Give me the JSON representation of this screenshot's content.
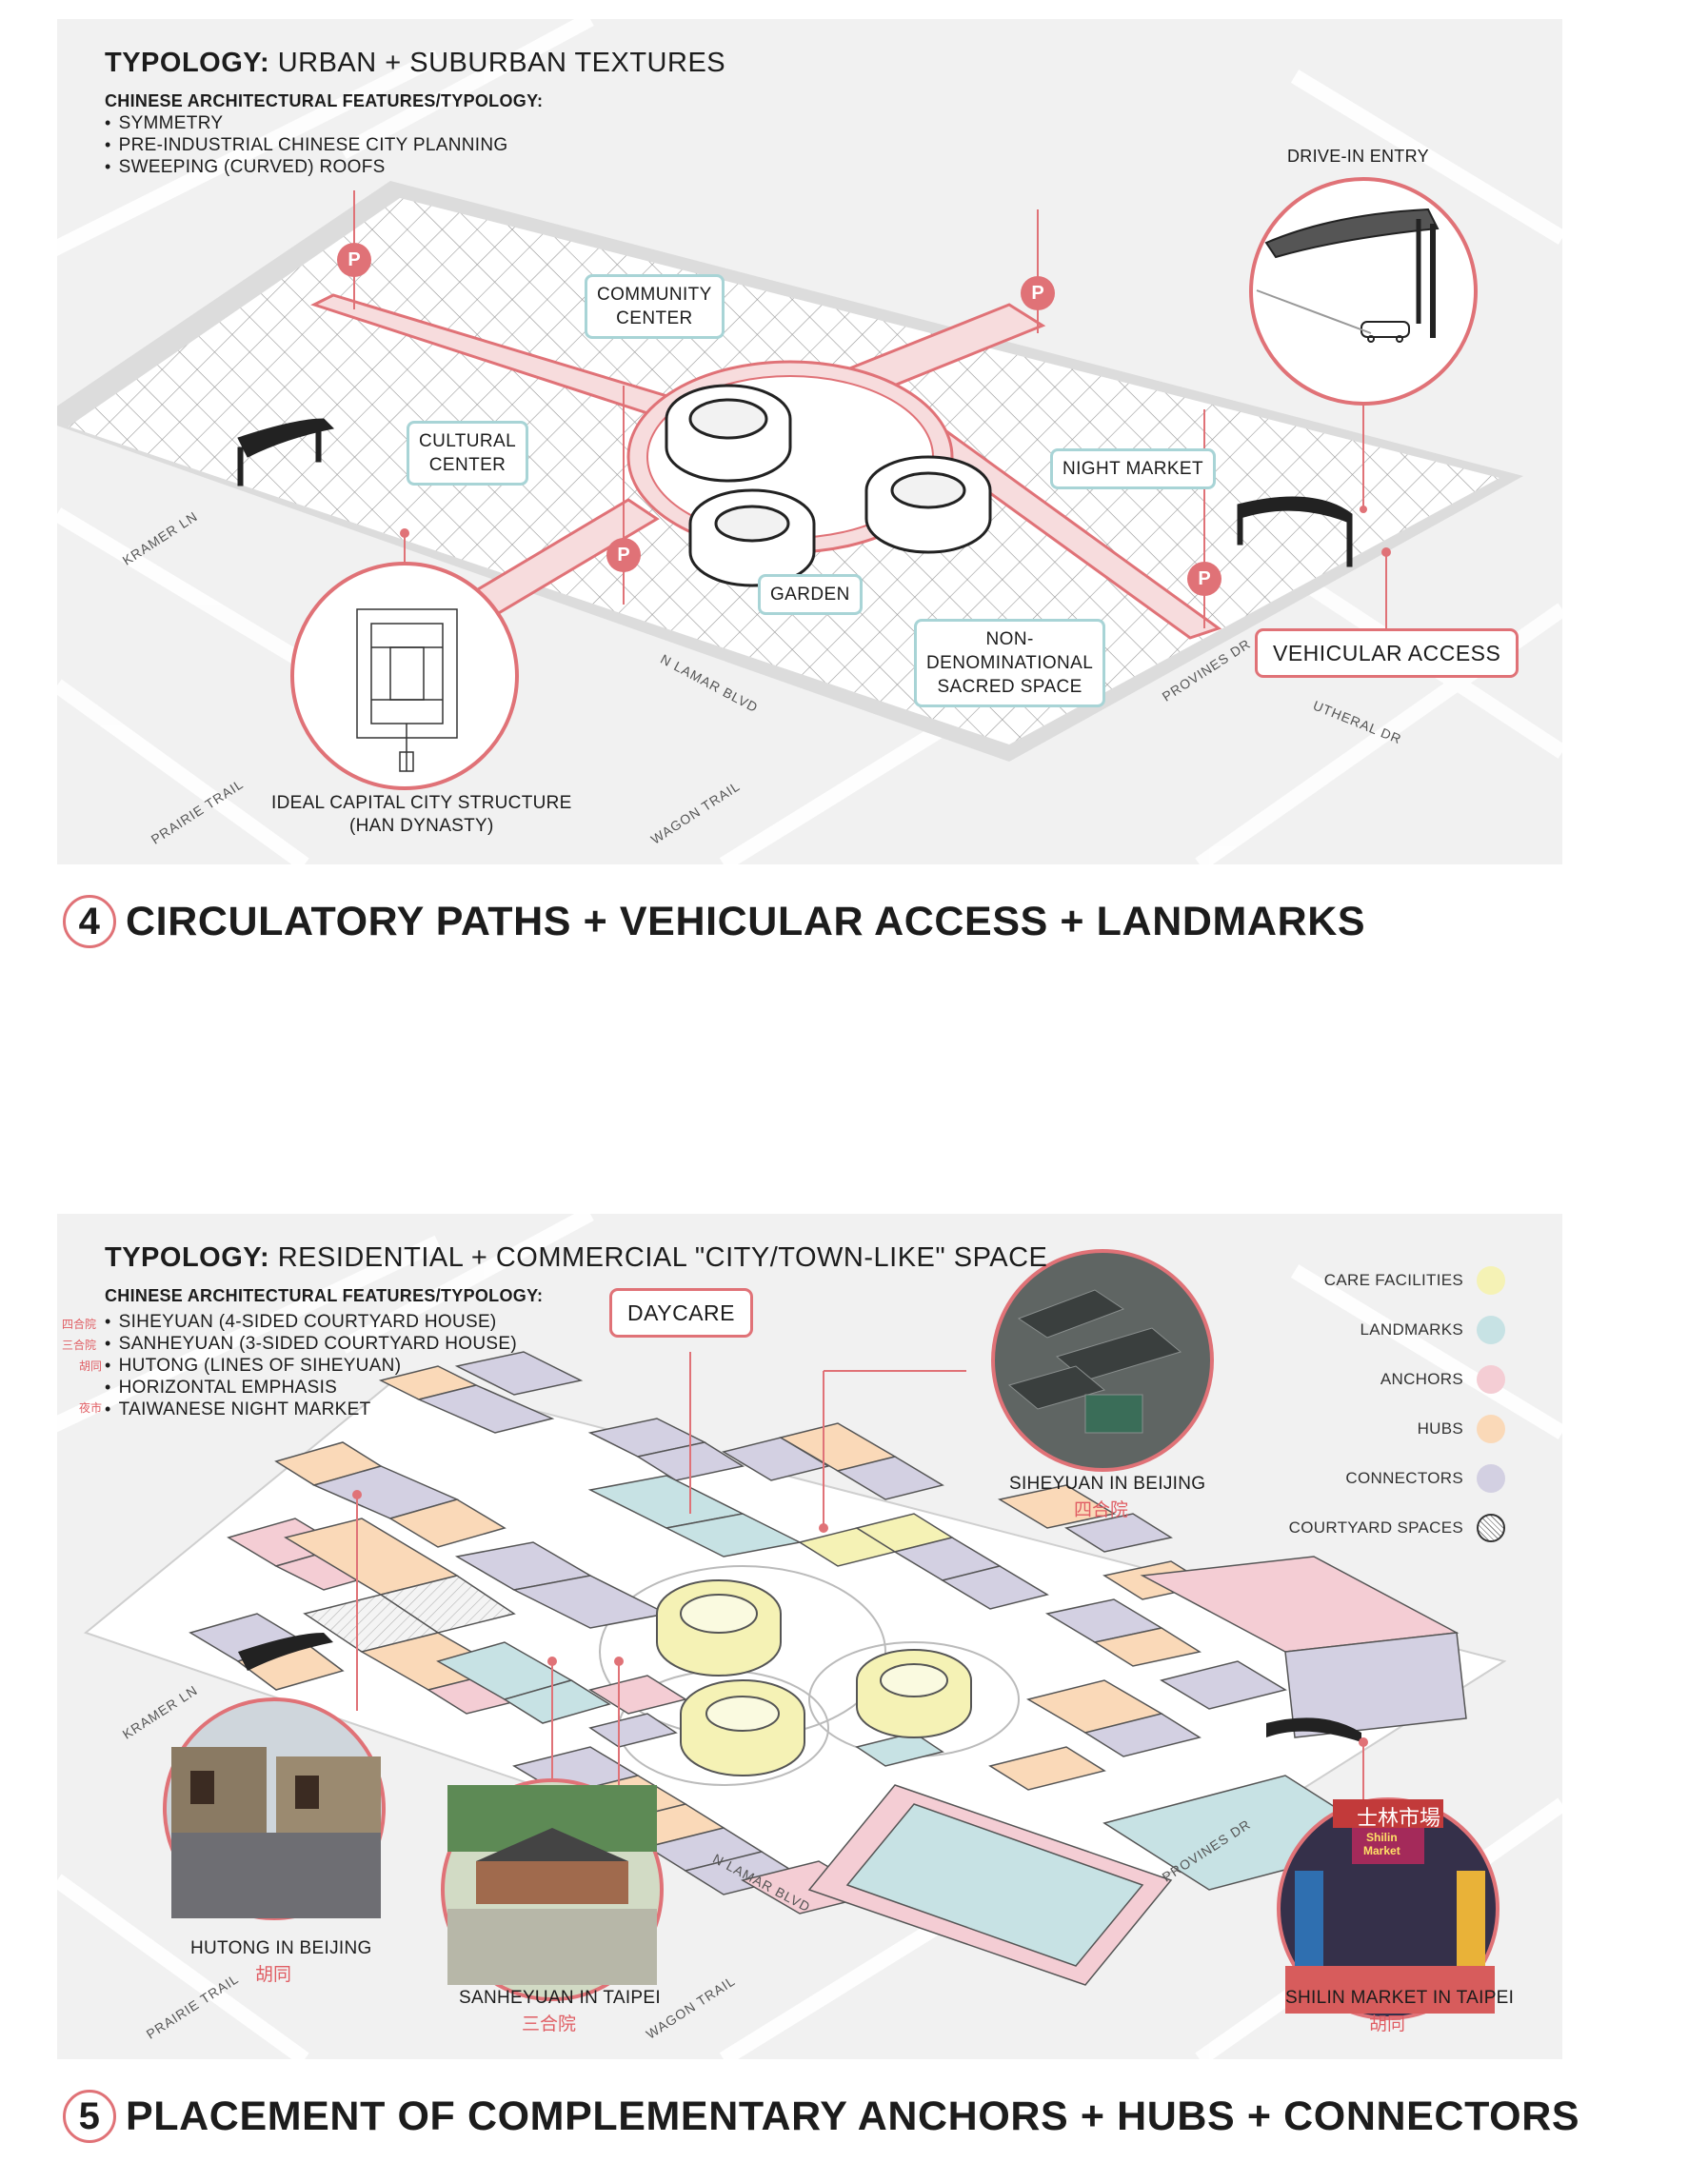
{
  "panel4": {
    "typology_prefix": "TYPOLOGY:",
    "typology_text": "URBAN + SUBURBAN TEXTURES",
    "features_title": "CHINESE ARCHITECTURAL FEATURES/TYPOLOGY:",
    "features": [
      "SYMMETRY",
      "PRE-INDUSTRIAL CHINESE CITY PLANNING",
      "SWEEPING (CURVED) ROOFS"
    ],
    "labels": {
      "community_center": "COMMUNITY\nCENTER",
      "cultural_center": "CULTURAL\nCENTER",
      "night_market": "NIGHT MARKET",
      "garden": "GARDEN",
      "sacred_space": "NON-\nDENOMINATIONAL\nSACRED SPACE",
      "vehicular_access": "VEHICULAR ACCESS"
    },
    "drive_in_entry": "DRIVE-IN ENTRY",
    "ideal_capital_caption": "IDEAL CAPITAL CITY STRUCTURE\n(HAN DYNASTY)",
    "parking_symbol": "P",
    "streets": {
      "kramer": "KRAMER LN",
      "lamar": "N LAMAR BLVD",
      "provines": "PROVINES DR",
      "rutherford": "UTHERAL DR",
      "prairie": "PRAIRIE TRAIL",
      "wagon": "WAGON TRAIL"
    }
  },
  "heading4": {
    "number": "4",
    "text": "CIRCULATORY PATHS + VEHICULAR ACCESS + LANDMARKS"
  },
  "panel5": {
    "typology_prefix": "TYPOLOGY:",
    "typology_text": "RESIDENTIAL + COMMERCIAL \"CITY/TOWN-LIKE\" SPACE",
    "features_title": "CHINESE ARCHITECTURAL FEATURES/TYPOLOGY:",
    "features": [
      "SIHEYUAN (4-SIDED COURTYARD HOUSE)",
      "SANHEYUAN (3-SIDED COURTYARD HOUSE)",
      "HUTONG (LINES OF SIHEYUAN)",
      "HORIZONTAL EMPHASIS",
      "TAIWANESE NIGHT MARKET"
    ],
    "features_zh": [
      "四合院",
      "三合院",
      "胡同",
      "",
      "夜市"
    ],
    "daycare": "DAYCARE",
    "captions": {
      "siheyuan": "SIHEYUAN IN BEIJING",
      "siheyuan_zh": "四合院",
      "hutong": "HUTONG IN BEIJING",
      "hutong_zh": "胡同",
      "sanheyuan": "SANHEYUAN IN TAIPEI",
      "sanheyuan_zh": "三合院",
      "shilin": "SHILIN MARKET IN TAIPEI",
      "shilin_zh": "胡同"
    },
    "shilin_sign_zh": "士林市場",
    "shilin_sign_en": "Shilin\nMarket",
    "legend": [
      {
        "label": "CARE FACILITIES",
        "color": "#f5f2b5"
      },
      {
        "label": "LANDMARKS",
        "color": "#c7e2e4"
      },
      {
        "label": "ANCHORS",
        "color": "#f4cdd4"
      },
      {
        "label": "HUBS",
        "color": "#fad9b8"
      },
      {
        "label": "CONNECTORS",
        "color": "#d3d0e2"
      },
      {
        "label": "COURTYARD SPACES",
        "color": "hatch"
      }
    ],
    "streets": {
      "kramer": "KRAMER LN",
      "lamar": "N LAMAR BLVD",
      "provines": "PROVINES DR",
      "prairie": "PRAIRIE TRAIL",
      "wagon": "WAGON TRAIL"
    }
  },
  "heading5": {
    "number": "5",
    "text": "PLACEMENT OF COMPLEMENTARY ANCHORS + HUBS + CONNECTORS"
  },
  "colors": {
    "accent": "#e07277",
    "teal": "#a8d4d6",
    "panel_bg": "#f1f1f1"
  }
}
